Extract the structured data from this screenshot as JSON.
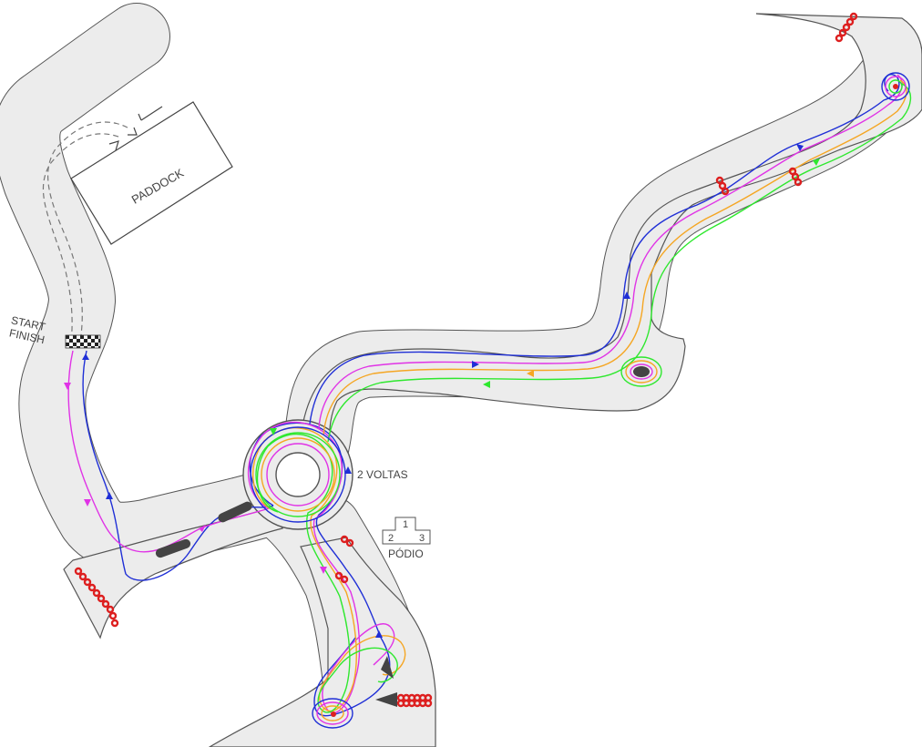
{
  "labels": {
    "paddock": "PADDOCK",
    "start": "START",
    "finish": "FINISH",
    "laps": "2 VOLTAS",
    "podium": "PÓDIO",
    "podium_first": "1",
    "podium_second": "2",
    "podium_third": "3"
  },
  "colors": {
    "track_fill": "#ececec",
    "track_edge": "#555555",
    "blue_line": "#1f2fd6",
    "magenta_line": "#e033e6",
    "orange_line": "#f5a623",
    "green_line": "#2ee82e",
    "tire_red": "#dd1f1f",
    "cone_dark": "#444444"
  }
}
